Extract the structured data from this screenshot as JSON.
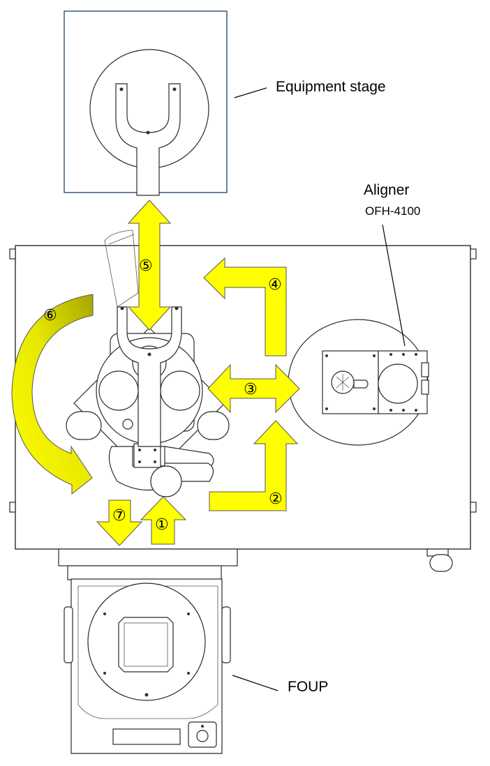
{
  "labels": {
    "equipment_stage": "Equipment stage",
    "aligner": "Aligner",
    "aligner_model": "OFH-4100",
    "foup": "FOUP"
  },
  "steps": [
    {
      "id": "1",
      "glyph": "①"
    },
    {
      "id": "2",
      "glyph": "②"
    },
    {
      "id": "3",
      "glyph": "③"
    },
    {
      "id": "4",
      "glyph": "④"
    },
    {
      "id": "5",
      "glyph": "⑤"
    },
    {
      "id": "6",
      "glyph": "⑥"
    },
    {
      "id": "7",
      "glyph": "⑦"
    }
  ],
  "colors": {
    "arrow_fill": "#ffff00",
    "arrow_gradient_start": "#a6a600",
    "stage_border": "#2e4d7a",
    "line": "#2a2a2a"
  }
}
